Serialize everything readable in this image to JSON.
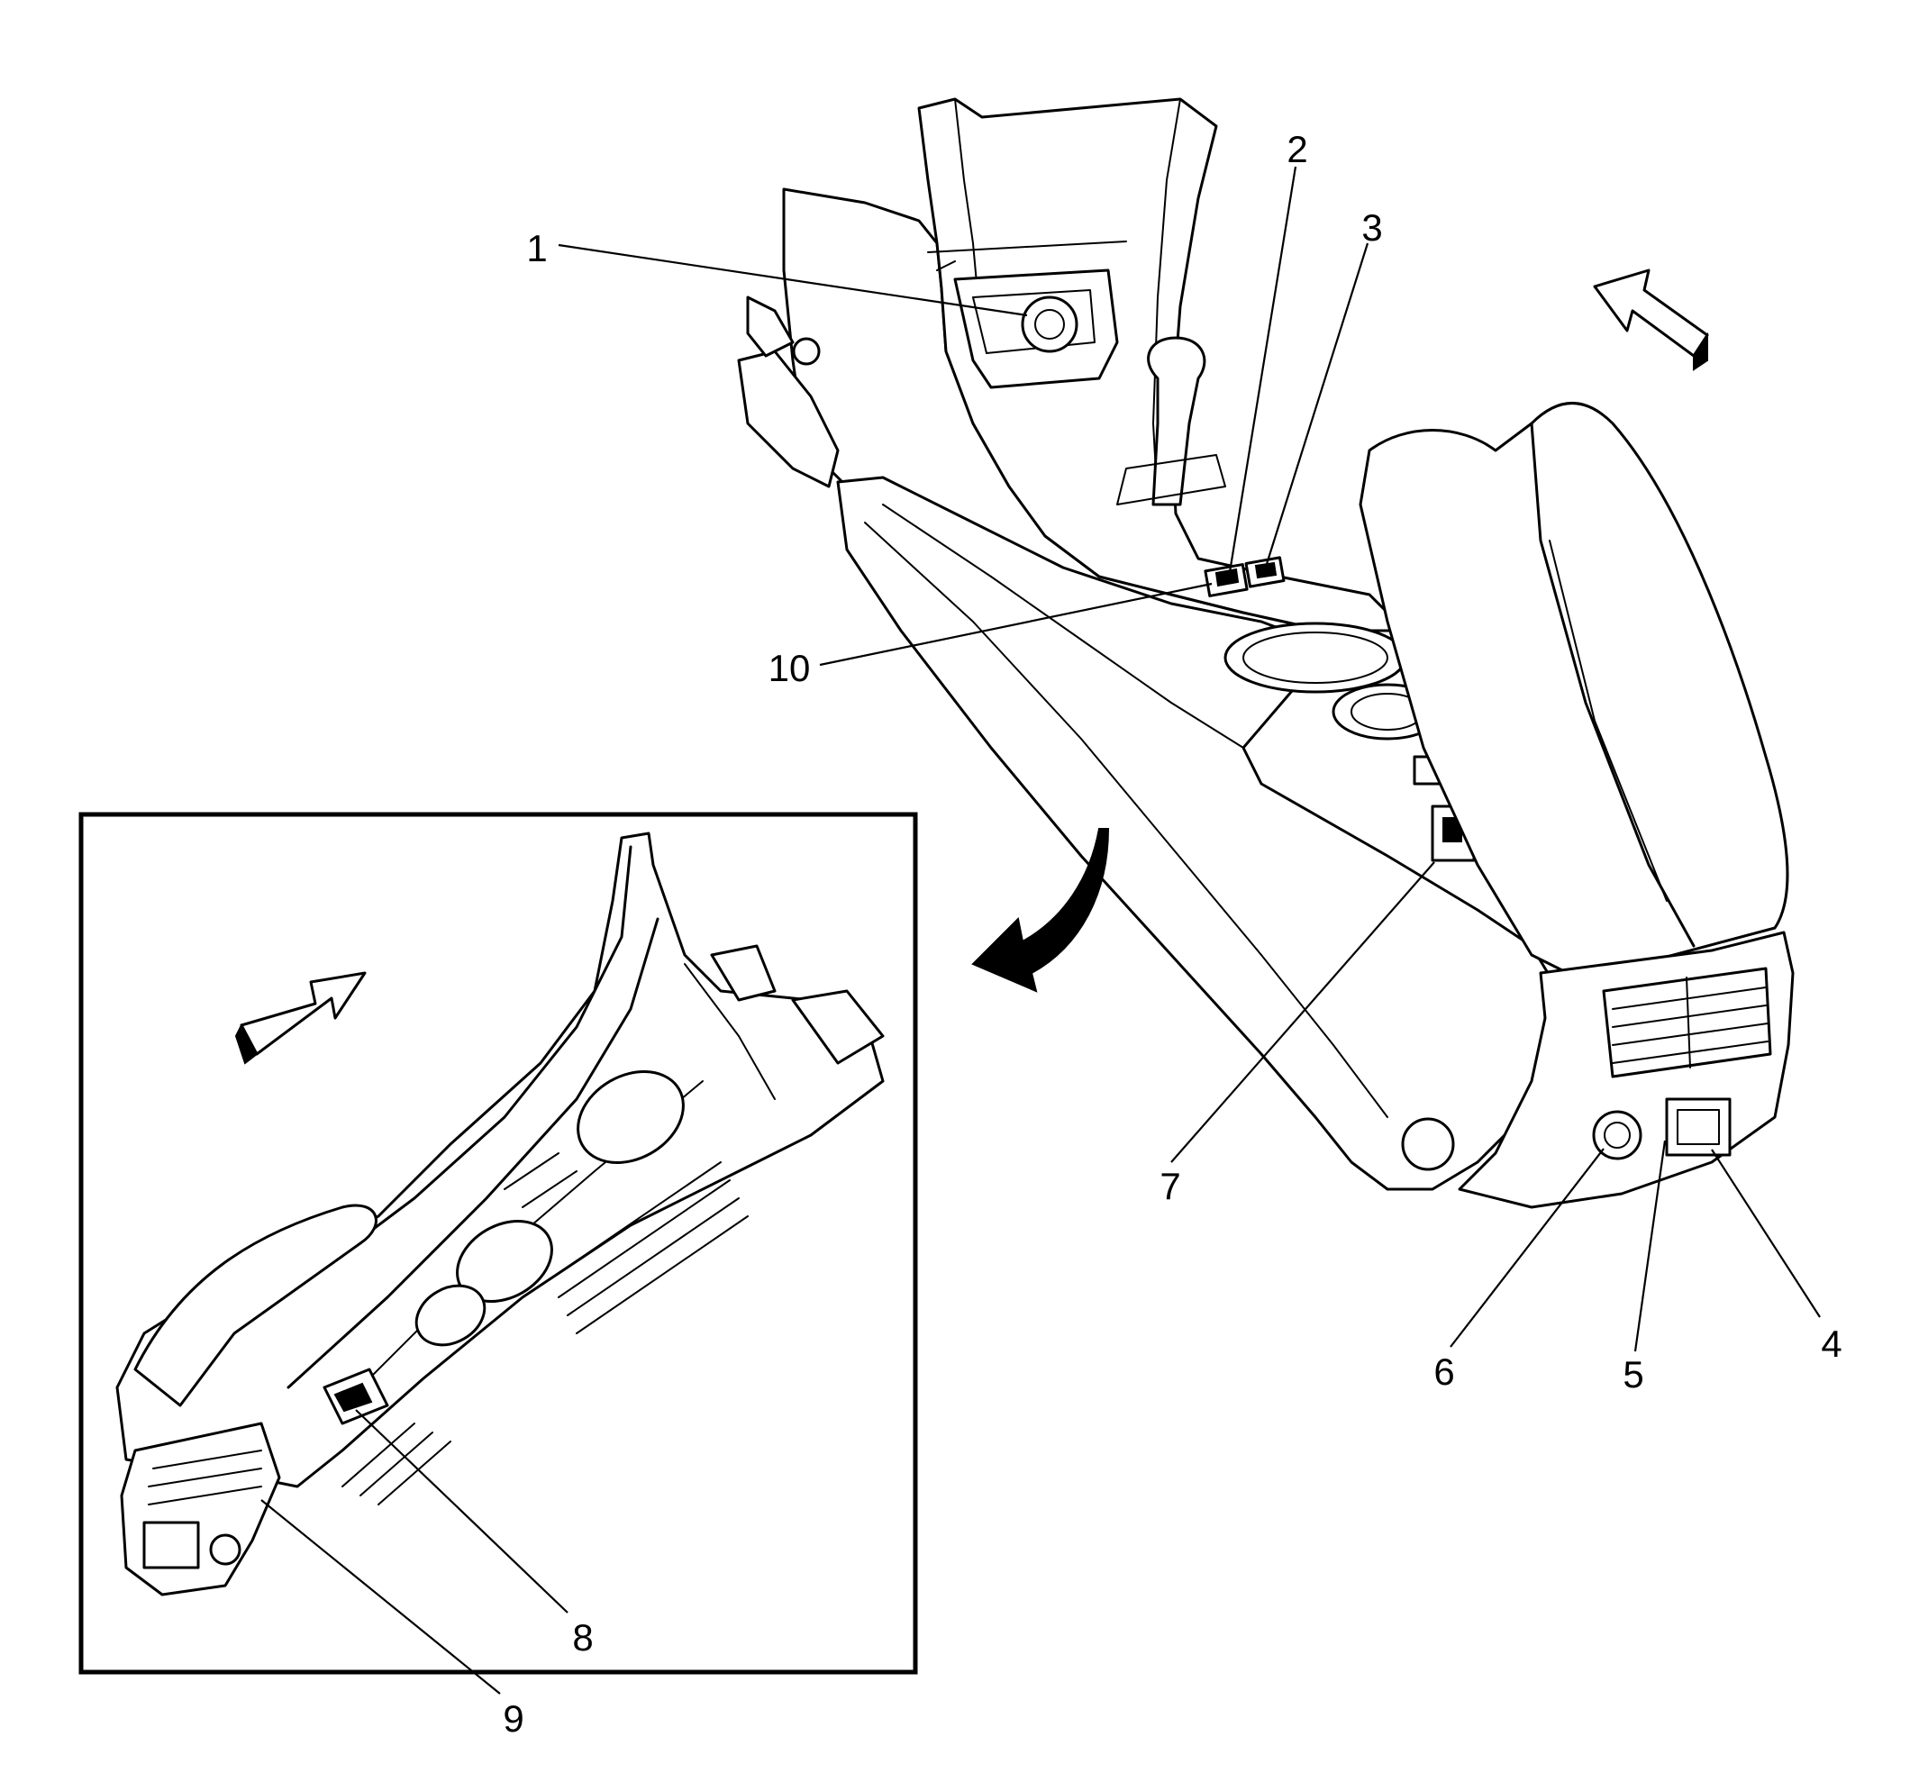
{
  "callouts": {
    "c1": "1",
    "c2": "2",
    "c3": "3",
    "c4": "4",
    "c5": "5",
    "c6": "6",
    "c7": "7",
    "c8": "8",
    "c9": "9",
    "c10": "10"
  },
  "icons": {
    "front_arrow_main": "direction-arrow-icon",
    "front_arrow_inset": "direction-arrow-icon",
    "view_transition": "curved-arrow-icon"
  }
}
